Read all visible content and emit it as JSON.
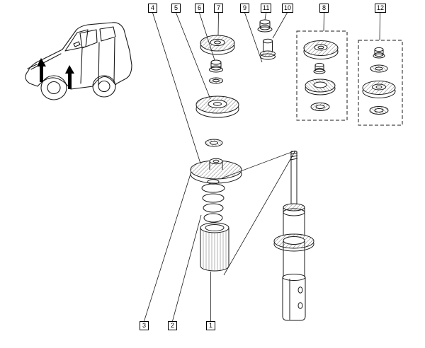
{
  "diagram": {
    "kind": "exploded-parts-diagram",
    "background": "#ffffff",
    "line_color": "#1a1a1a",
    "callouts": {
      "c1": "1",
      "c2": "2",
      "c3": "3",
      "c4": "4",
      "c5": "5",
      "c6": "6",
      "c7": "7",
      "c8": "8",
      "c9": "9",
      "c10": "10",
      "c11": "11",
      "c12": "12"
    },
    "parts": [
      {
        "callout": "1",
        "name": "dust-cover-tube"
      },
      {
        "callout": "2",
        "name": "bump-stop-bellows"
      },
      {
        "callout": "3",
        "name": "upper-spring-cup"
      },
      {
        "callout": "4",
        "name": "spring-seat-cup"
      },
      {
        "callout": "5",
        "name": "bearing-seat-washer"
      },
      {
        "callout": "6",
        "name": "lock-nut"
      },
      {
        "callout": "7",
        "name": "strut-top-mount"
      },
      {
        "callout": "8",
        "name": "top-mount-kit"
      },
      {
        "callout": "9",
        "name": "spacer-bush"
      },
      {
        "callout": "10",
        "name": "cap"
      },
      {
        "callout": "11",
        "name": "flanged-nut"
      },
      {
        "callout": "12",
        "name": "repair-kit"
      }
    ],
    "illustrations": [
      "car-location-view",
      "shock-absorber-strut"
    ]
  }
}
